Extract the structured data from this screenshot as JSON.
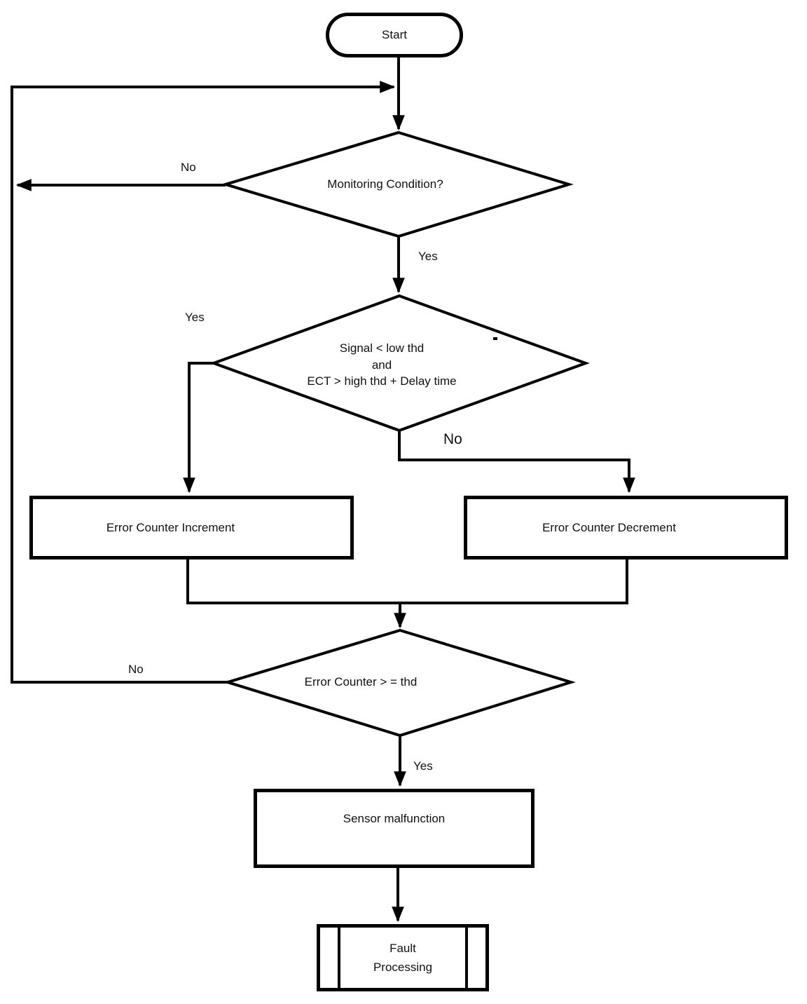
{
  "flowchart": {
    "nodes": {
      "start": {
        "type": "terminator",
        "label": "Start"
      },
      "monitoring_condition": {
        "type": "decision",
        "label": "Monitoring Condition?"
      },
      "signal_check": {
        "type": "decision",
        "lines": [
          "Signal < low thd",
          "and",
          "ECT > high thd + Delay time"
        ]
      },
      "error_counter_increment": {
        "type": "process",
        "label": "Error Counter Increment"
      },
      "error_counter_decrement": {
        "type": "process",
        "label": "Error Counter Decrement"
      },
      "error_counter_threshold": {
        "type": "decision",
        "label": "Error Counter > = thd"
      },
      "sensor_malfunction": {
        "type": "process",
        "label": "Sensor malfunction"
      },
      "fault_processing": {
        "type": "predefined_process",
        "lines": [
          "Fault",
          "Processing"
        ]
      }
    },
    "edges": [
      {
        "from": "start",
        "to": "monitoring_condition",
        "label": ""
      },
      {
        "from": "monitoring_condition",
        "to": "monitoring_condition",
        "label": "No"
      },
      {
        "from": "monitoring_condition",
        "to": "signal_check",
        "label": "Yes"
      },
      {
        "from": "signal_check",
        "to": "error_counter_increment",
        "label": "Yes"
      },
      {
        "from": "signal_check",
        "to": "error_counter_decrement",
        "label": "No"
      },
      {
        "from": "error_counter_increment",
        "to": "error_counter_threshold",
        "label": ""
      },
      {
        "from": "error_counter_decrement",
        "to": "error_counter_threshold",
        "label": ""
      },
      {
        "from": "error_counter_threshold",
        "to": "monitoring_condition",
        "label": "No"
      },
      {
        "from": "error_counter_threshold",
        "to": "sensor_malfunction",
        "label": "Yes"
      },
      {
        "from": "sensor_malfunction",
        "to": "fault_processing",
        "label": ""
      }
    ],
    "colors": {
      "stroke": "#000000",
      "background": "#ffffff",
      "text": "#111111"
    }
  }
}
